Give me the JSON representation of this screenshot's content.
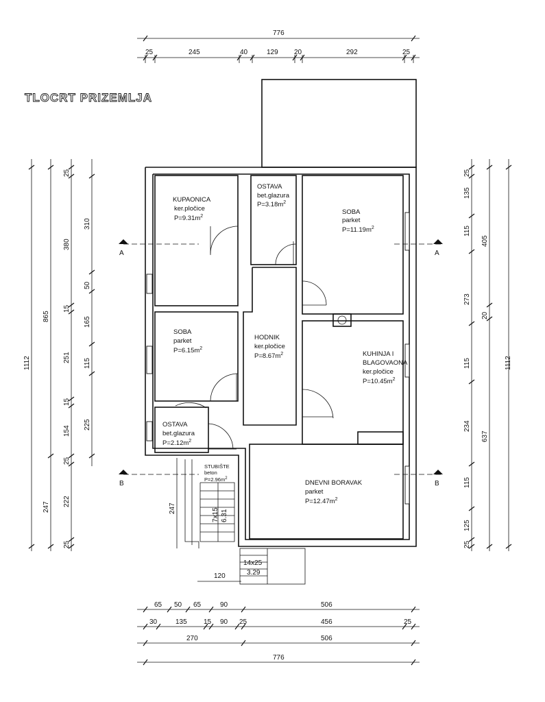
{
  "title": "TLOCRT PRIZEMLJA",
  "rooms": [
    {
      "id": "kupaonica",
      "lines": [
        "KUPAONICA",
        "ker.pločice",
        "P=9.31m"
      ],
      "sup": "2"
    },
    {
      "id": "ostava-top",
      "lines": [
        "OSTAVA",
        "bet.glazura",
        "P=3.18m"
      ],
      "sup": "2"
    },
    {
      "id": "soba-right",
      "lines": [
        "SOBA",
        "parket",
        "P=11.19m"
      ],
      "sup": "2"
    },
    {
      "id": "soba-left",
      "lines": [
        "SOBA",
        "parket",
        "P=6.15m"
      ],
      "sup": "2"
    },
    {
      "id": "hodnik",
      "lines": [
        "HODNIK",
        "ker.pločice",
        "P=8.67m"
      ],
      "sup": "2"
    },
    {
      "id": "kuhinja",
      "lines": [
        "KUHINJA I",
        "BLAGOVAONA",
        "ker.pločice",
        "P=10.45m"
      ],
      "sup": "2"
    },
    {
      "id": "ostava-bottom",
      "lines": [
        "OSTAVA",
        "bet.glazura",
        "P=2.12m"
      ],
      "sup": "2"
    },
    {
      "id": "stubiste",
      "lines": [
        "STUBIŠTE",
        "beton",
        "P=2.96m"
      ],
      "sup": "2"
    },
    {
      "id": "dnevni-boravak",
      "lines": [
        "DNEVNI BORAVAK",
        "parket",
        "P=12.47m"
      ],
      "sup": "2"
    }
  ],
  "sections": [
    "A",
    "A",
    "B",
    "B"
  ],
  "dimensions": {
    "top_total": "776",
    "top_row": [
      "25",
      "245",
      "40",
      "129",
      "20",
      "292",
      "25"
    ],
    "left_outer": "1112",
    "left_mid": [
      "865",
      "247"
    ],
    "left_inner": [
      "25",
      "380",
      "15",
      "251",
      "15",
      "154",
      "25",
      "222",
      "25"
    ],
    "left_detail": [
      "310",
      "50",
      "165",
      "115",
      "225"
    ],
    "right_outer": "1112",
    "right_mid": [
      "405",
      "20",
      "637"
    ],
    "right_inner": [
      "25",
      "135",
      "115",
      "273",
      "115",
      "234",
      "115",
      "125",
      "25"
    ],
    "stair": [
      "247",
      "7x15",
      "6.31",
      "14x25",
      "3.29",
      "120"
    ],
    "bottom_row1": [
      "65",
      "50",
      "65",
      "90",
      "506"
    ],
    "bottom_row2": [
      "30",
      "135",
      "15",
      "90",
      "25",
      "456",
      "25"
    ],
    "bottom_row3": [
      "270",
      "506"
    ],
    "bottom_total": "776"
  }
}
